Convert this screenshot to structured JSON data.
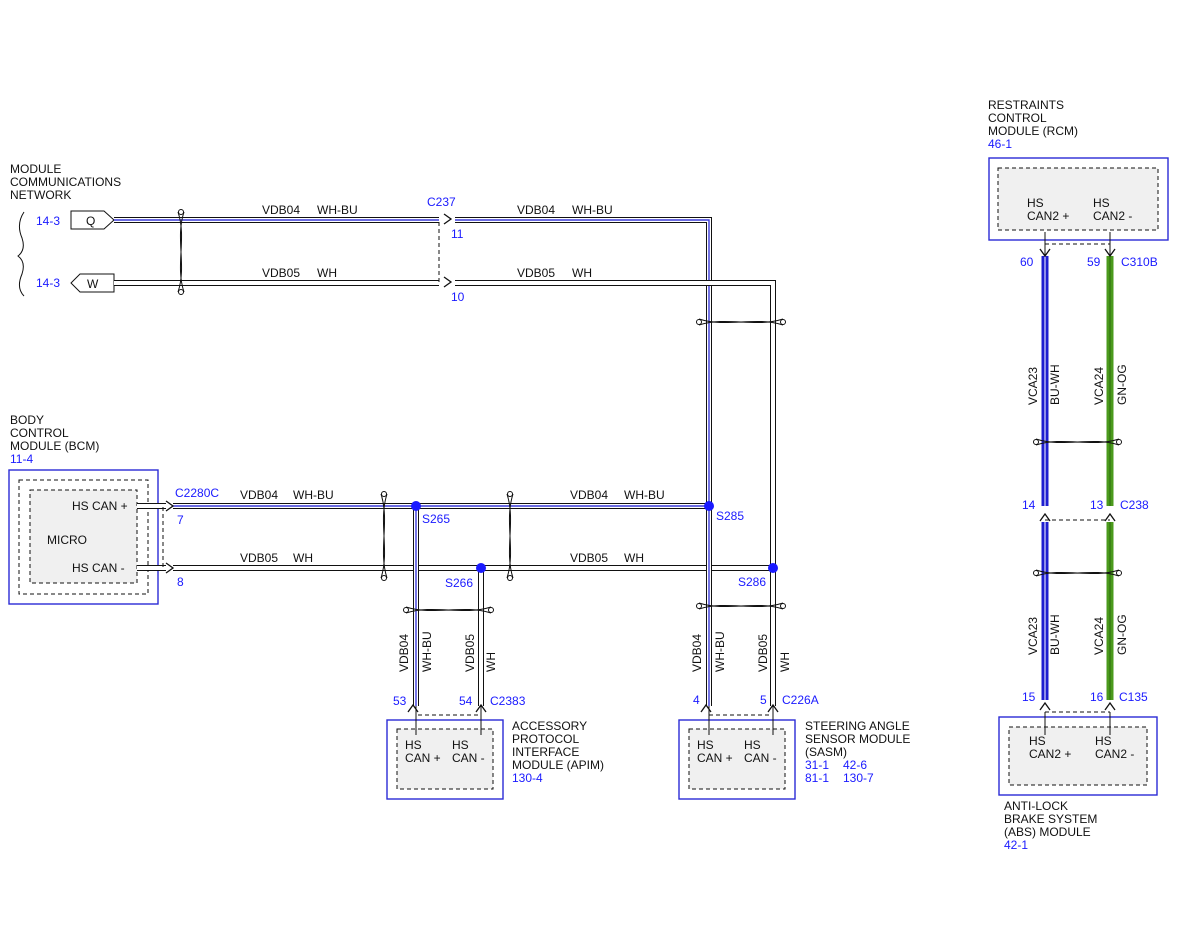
{
  "modules": {
    "mcn": {
      "name_lines": [
        "MODULE",
        "COMMUNICATIONS",
        "NETWORK"
      ],
      "ref_q": "14-3",
      "ref_w": "14-3",
      "conn_q": "Q",
      "conn_w": "W"
    },
    "bcm": {
      "name_lines": [
        "BODY",
        "CONTROL",
        "MODULE (BCM)"
      ],
      "ref": "11-4",
      "micro": "MICRO",
      "pin_plus": "HS CAN +",
      "pin_minus": "HS CAN -"
    },
    "apim": {
      "name_lines": [
        "ACCESSORY",
        "PROTOCOL",
        "INTERFACE",
        "MODULE (APIM)"
      ],
      "ref": "130-4",
      "pin_plus_1": "HS",
      "pin_plus_2": "CAN +",
      "pin_minus_1": "HS",
      "pin_minus_2": "CAN -"
    },
    "sasm": {
      "name_lines": [
        "STEERING ANGLE",
        "SENSOR MODULE",
        "(SASM)"
      ],
      "ref_1": "31-1",
      "ref_2": "42-6",
      "ref_3": "81-1",
      "ref_4": "130-7",
      "pin_plus_1": "HS",
      "pin_plus_2": "CAN +",
      "pin_minus_1": "HS",
      "pin_minus_2": "CAN -"
    },
    "rcm": {
      "name_lines": [
        "RESTRAINTS",
        "CONTROL",
        "MODULE (RCM)"
      ],
      "ref": "46-1",
      "pin_plus_1": "HS",
      "pin_plus_2": "CAN2 +",
      "pin_minus_1": "HS",
      "pin_minus_2": "CAN2 -"
    },
    "abs": {
      "name_lines": [
        "ANTI-LOCK",
        "BRAKE SYSTEM",
        "(ABS) MODULE"
      ],
      "ref": "42-1",
      "pin_plus_1": "HS",
      "pin_plus_2": "CAN2 +",
      "pin_minus_1": "HS",
      "pin_minus_2": "CAN2 -"
    }
  },
  "connectors": {
    "c237": "C237",
    "c237_pin_a": "11",
    "c237_pin_b": "10",
    "c2280c": "C2280C",
    "c2280c_pin_a": "7",
    "c2280c_pin_b": "8",
    "c2383": "C2383",
    "c2383_pin_a": "53",
    "c2383_pin_b": "54",
    "c226a": "C226A",
    "c226a_pin_a": "4",
    "c226a_pin_b": "5",
    "c310b": "C310B",
    "c310b_pin_a": "60",
    "c310b_pin_b": "59",
    "c238": "C238",
    "c238_pin_a": "14",
    "c238_pin_b": "13",
    "c135": "C135",
    "c135_pin_a": "15",
    "c135_pin_b": "16"
  },
  "splices": {
    "s265": "S265",
    "s266": "S266",
    "s285": "S285",
    "s286": "S286"
  },
  "circuits": {
    "vdb04": "VDB04",
    "vdb04_color": "WH-BU",
    "vdb05": "VDB05",
    "vdb05_color": "WH",
    "vca23": "VCA23",
    "vca23_color": "BU-WH",
    "vca24": "VCA24",
    "vca24_color": "GN-OG"
  },
  "colors": {
    "ref_blue": "#1a1aff",
    "wire_blue_stripe": "#3a3ad8",
    "wire_white": "#ffffff",
    "wire_bu_wh": "#1f1fd0",
    "wire_gn_og": "#4b9a1c"
  }
}
